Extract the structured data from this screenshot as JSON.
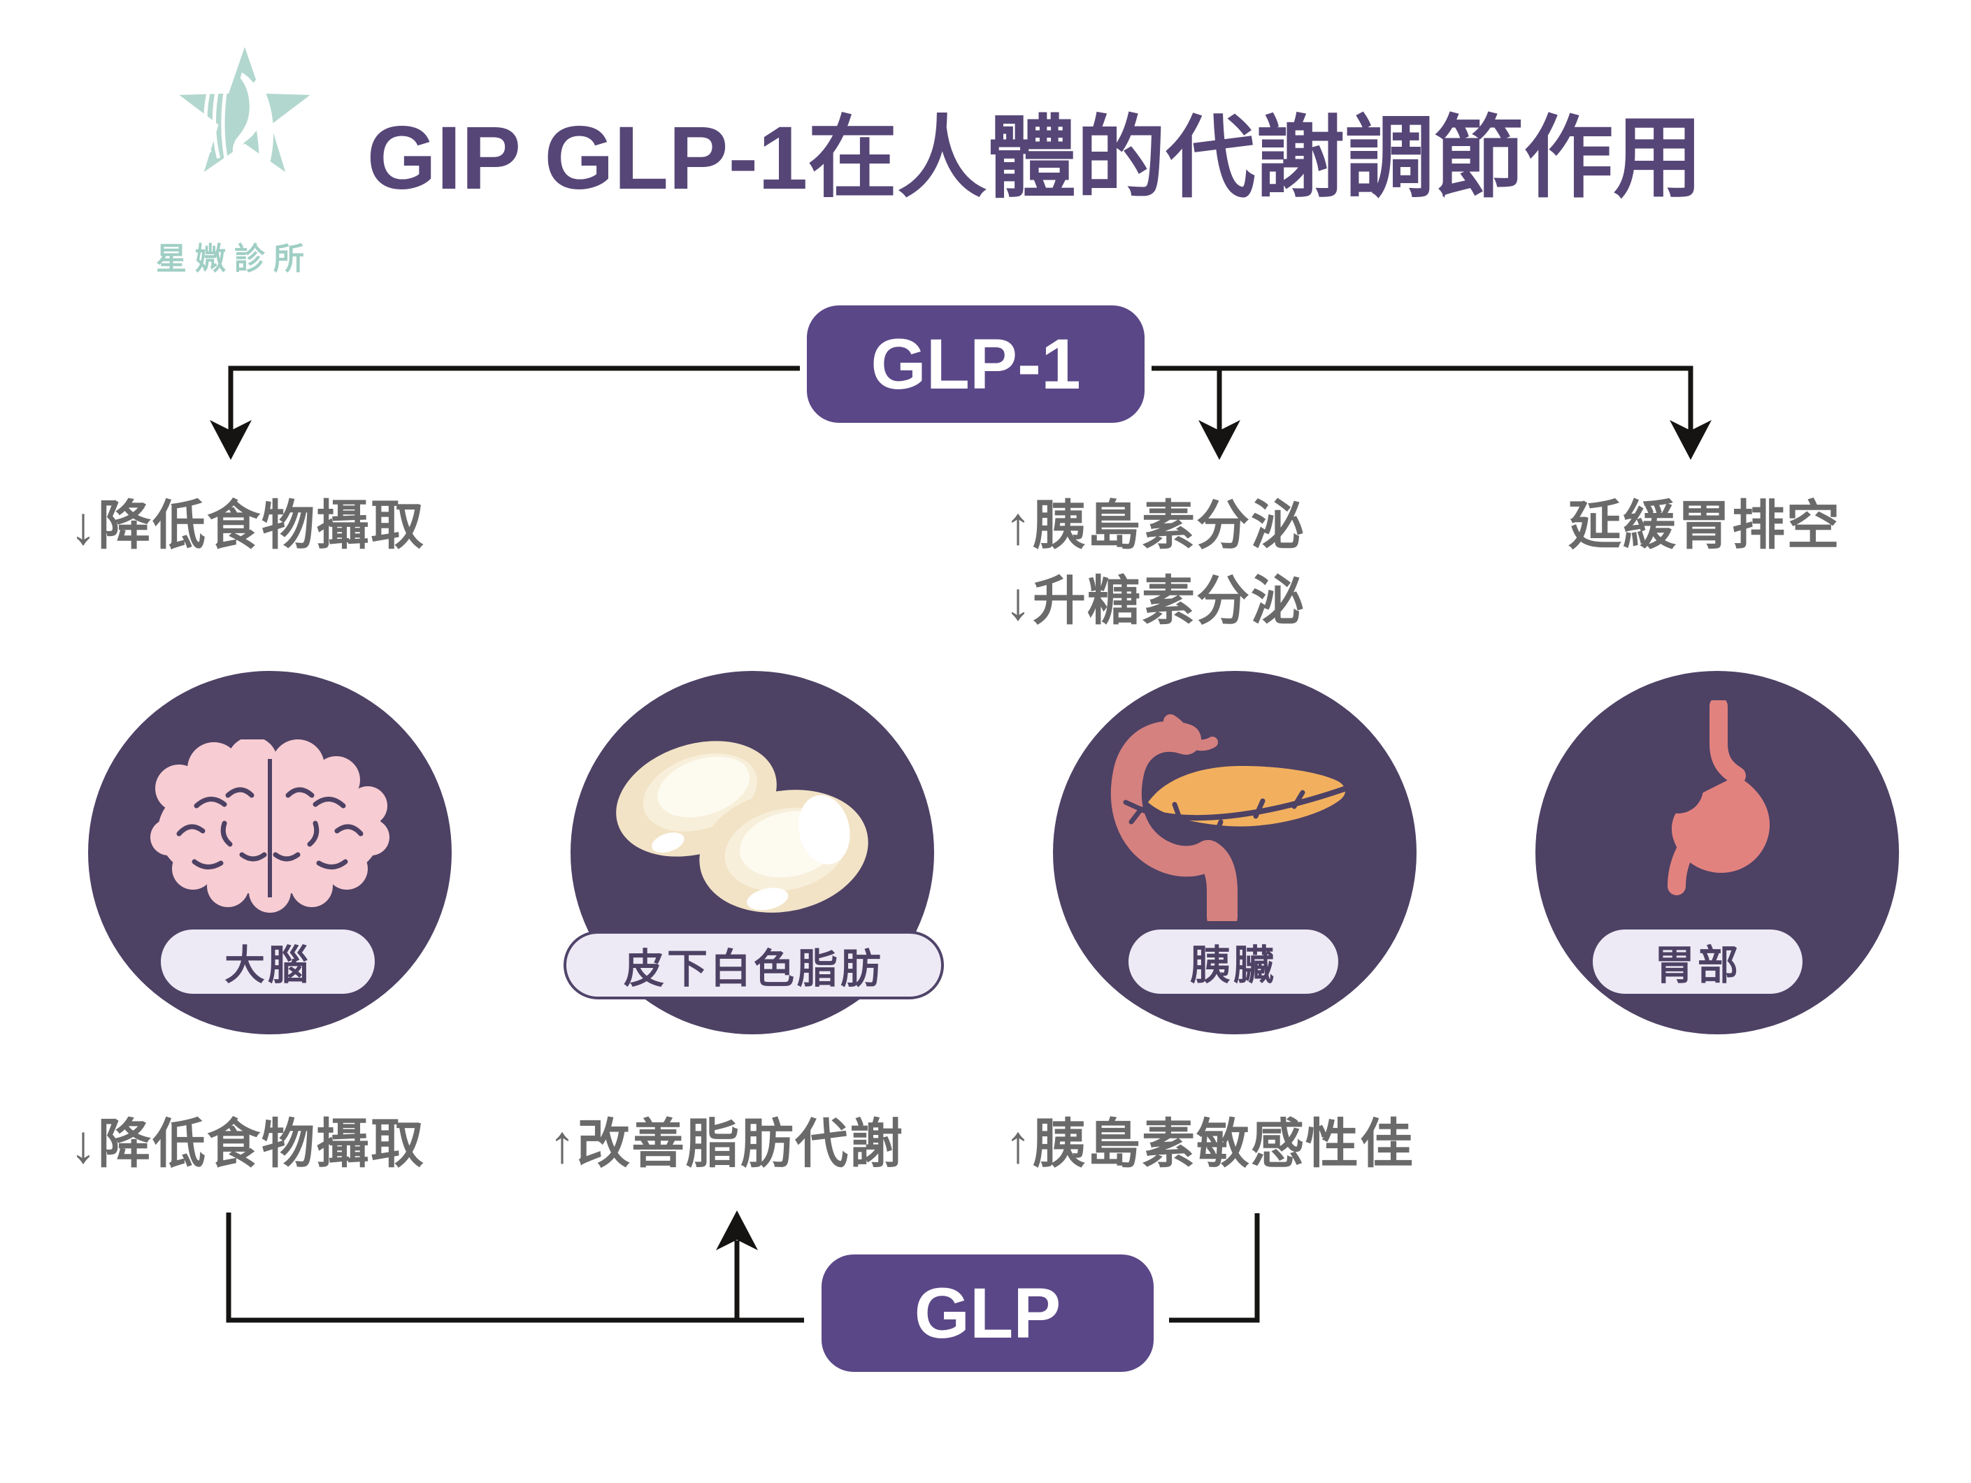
{
  "clinic": {
    "name": "星媺診所"
  },
  "title": "GIP GLP-1在人體的代謝調節作用",
  "glp1_flow": {
    "label": "GLP-1",
    "effect_brain": "↓降低食物攝取",
    "effect_pancreas_1": "↑胰島素分泌",
    "effect_pancreas_2": "↓升糖素分泌",
    "effect_stomach": "延緩胃排空"
  },
  "organs": [
    {
      "name": "brain",
      "label": "大腦"
    },
    {
      "name": "subcutaneous-white-fat",
      "label": "皮下白色脂肪"
    },
    {
      "name": "pancreas",
      "label": "胰臟"
    },
    {
      "name": "stomach",
      "label": "胃部"
    }
  ],
  "glp_flow": {
    "label": "GLP",
    "effect_brain": "↓降低食物攝取",
    "effect_fat": "↑改善脂肪代謝",
    "effect_pancreas": "↑胰島素敏感性佳"
  },
  "colors": {
    "accent_purple": "#5a4787",
    "title_purple": "#564677",
    "circle_purple": "#4d4164",
    "text_gray": "#6a6a6a",
    "logo_teal": "#b2d7ce",
    "brain_pink": "#f7ccd2",
    "fat_cream": "#f2e3c6",
    "pancreas_orange": "#f2b05e",
    "duodenum_pink": "#d5817f",
    "stomach_pink": "#e2827f",
    "pill_bg": "#edeaf5",
    "line_black": "#161412"
  }
}
